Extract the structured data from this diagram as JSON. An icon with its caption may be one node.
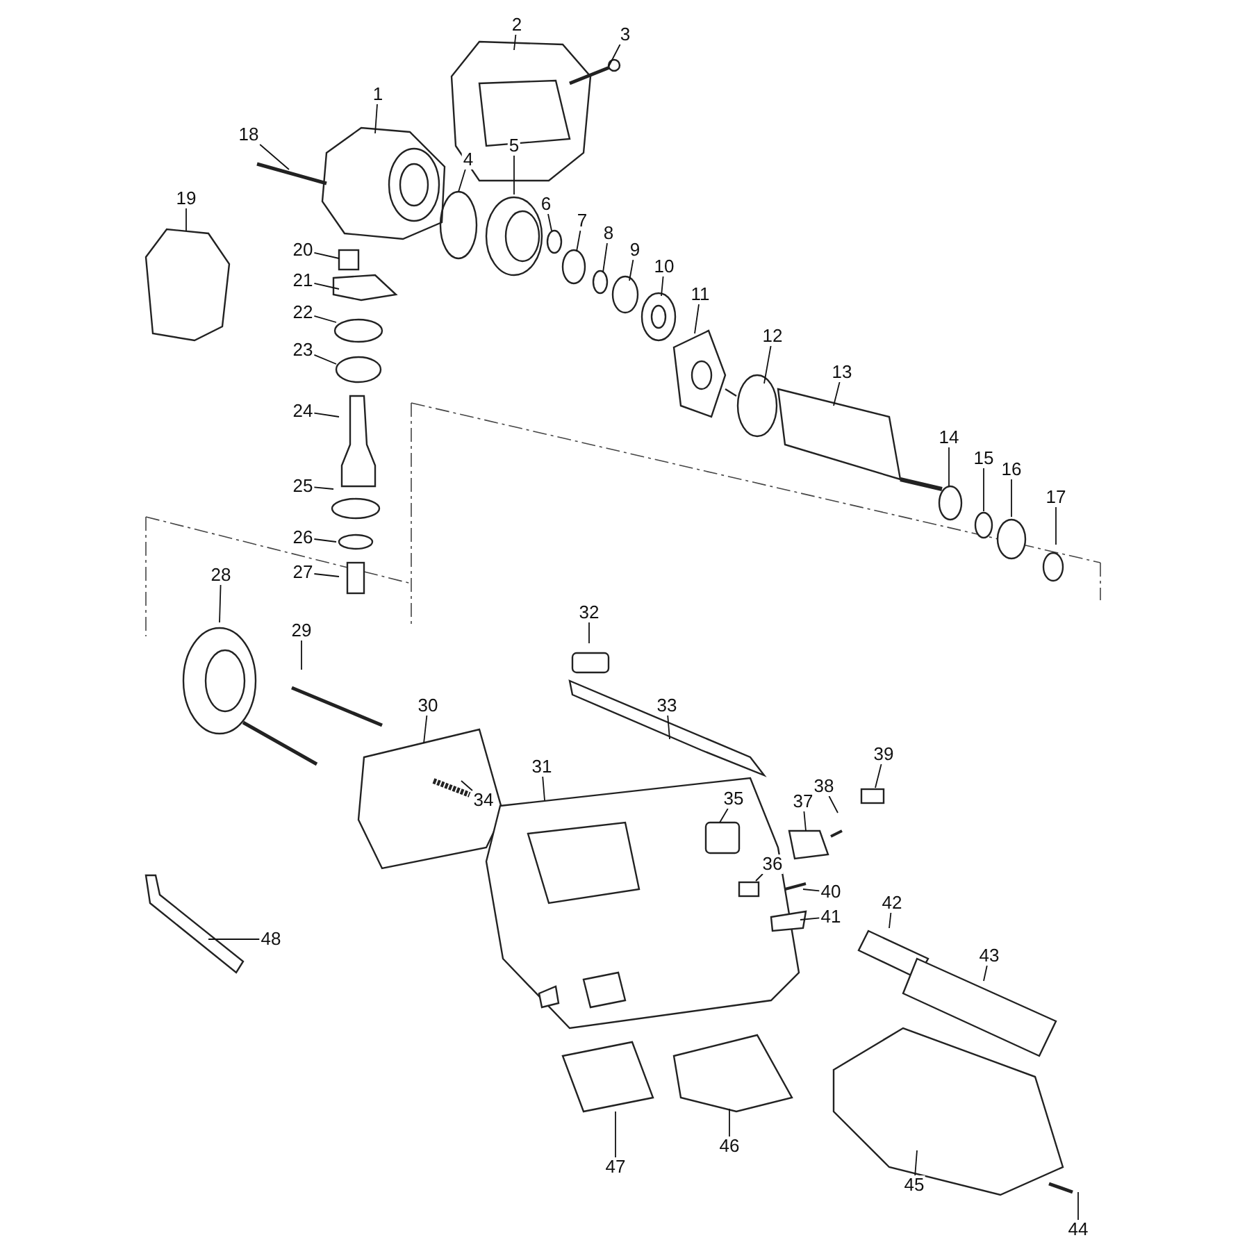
{
  "diagram": {
    "nodes": [
      {
        "text": [
          "1"
        ]
      },
      {
        "text": [
          "2"
        ]
      },
      {
        "text": [
          "3"
        ]
      },
      {
        "text": [
          "4"
        ]
      },
      {
        "text": [
          "5"
        ]
      },
      {
        "text": [
          "6"
        ]
      },
      {
        "text": [
          "7"
        ]
      },
      {
        "text": [
          "8"
        ]
      },
      {
        "text": [
          "9"
        ]
      },
      {
        "text": [
          "10"
        ]
      },
      {
        "text": [
          "11"
        ]
      },
      {
        "text": [
          "12"
        ]
      },
      {
        "text": [
          "13"
        ]
      },
      {
        "text": [
          "14"
        ]
      },
      {
        "text": [
          "15"
        ]
      },
      {
        "text": [
          "16"
        ]
      },
      {
        "text": [
          "17"
        ]
      },
      {
        "text": [
          "18"
        ]
      },
      {
        "text": [
          "19"
        ]
      },
      {
        "text": [
          "20"
        ]
      },
      {
        "text": [
          "21"
        ]
      },
      {
        "text": [
          "22"
        ]
      },
      {
        "text": [
          "23"
        ]
      },
      {
        "text": [
          "24"
        ]
      },
      {
        "text": [
          "25"
        ]
      },
      {
        "text": [
          "26"
        ]
      },
      {
        "text": [
          "27"
        ]
      },
      {
        "text": [
          "28"
        ]
      },
      {
        "text": [
          "29"
        ]
      },
      {
        "text": [
          "30"
        ]
      },
      {
        "text": [
          "31"
        ]
      },
      {
        "text": [
          "32"
        ]
      },
      {
        "text": [
          "33"
        ]
      },
      {
        "text": [
          "34"
        ]
      },
      {
        "text": [
          "35"
        ]
      },
      {
        "text": [
          "36"
        ]
      },
      {
        "text": [
          "37"
        ]
      },
      {
        "text": [
          "38"
        ]
      },
      {
        "text": [
          "39"
        ]
      },
      {
        "text": [
          "40"
        ]
      },
      {
        "text": [
          "41"
        ]
      },
      {
        "text": [
          "42"
        ]
      },
      {
        "text": [
          "43"
        ]
      },
      {
        "text": [
          "44"
        ]
      },
      {
        "text": [
          "45"
        ]
      },
      {
        "text": [
          "46"
        ]
      },
      {
        "text": [
          "47"
        ]
      },
      {
        "text": [
          "48"
        ]
      }
    ],
    "edges": [
      {
        "from": 0,
        "to": null,
        "arrow": "none"
      },
      {
        "from": 1,
        "to": null,
        "arrow": "none"
      },
      {
        "from": 2,
        "to": null,
        "arrow": "none"
      },
      {
        "from": 3,
        "to": null,
        "arrow": "none"
      },
      {
        "from": 4,
        "to": null,
        "arrow": "none"
      },
      {
        "from": 5,
        "to": null,
        "arrow": "none"
      },
      {
        "from": 6,
        "to": null,
        "arrow": "none"
      },
      {
        "from": 7,
        "to": null,
        "arrow": "none"
      },
      {
        "from": 8,
        "to": null,
        "arrow": "none"
      },
      {
        "from": 9,
        "to": null,
        "arrow": "none"
      },
      {
        "from": 10,
        "to": null,
        "arrow": "none"
      },
      {
        "from": 11,
        "to": null,
        "arrow": "none"
      },
      {
        "from": 12,
        "to": null,
        "arrow": "none"
      },
      {
        "from": 13,
        "to": null,
        "arrow": "none"
      },
      {
        "from": 14,
        "to": null,
        "arrow": "none"
      },
      {
        "from": 15,
        "to": null,
        "arrow": "none"
      },
      {
        "from": 16,
        "to": null,
        "arrow": "none"
      },
      {
        "from": 17,
        "to": null,
        "arrow": "none"
      },
      {
        "from": 18,
        "to": null,
        "arrow": "none"
      },
      {
        "from": 19,
        "to": null,
        "arrow": "none"
      },
      {
        "from": 20,
        "to": null,
        "arrow": "none"
      },
      {
        "from": 21,
        "to": null,
        "arrow": "none"
      },
      {
        "from": 22,
        "to": null,
        "arrow": "none"
      },
      {
        "from": 23,
        "to": null,
        "arrow": "none"
      },
      {
        "from": 24,
        "to": null,
        "arrow": "none"
      },
      {
        "from": 25,
        "to": null,
        "arrow": "none"
      },
      {
        "from": 26,
        "to": null,
        "arrow": "none"
      },
      {
        "from": 27,
        "to": null,
        "arrow": "none"
      },
      {
        "from": 28,
        "to": null,
        "arrow": "none"
      },
      {
        "from": 29,
        "to": null,
        "arrow": "none"
      },
      {
        "from": 30,
        "to": null,
        "arrow": "none"
      },
      {
        "from": 31,
        "to": null,
        "arrow": "none"
      },
      {
        "from": 32,
        "to": null,
        "arrow": "none"
      },
      {
        "from": 33,
        "to": null,
        "arrow": "none"
      },
      {
        "from": 34,
        "to": null,
        "arrow": "none"
      },
      {
        "from": 35,
        "to": null,
        "arrow": "none"
      },
      {
        "from": 36,
        "to": null,
        "arrow": "none"
      },
      {
        "from": 37,
        "to": null,
        "arrow": "none"
      },
      {
        "from": 38,
        "to": null,
        "arrow": "none"
      },
      {
        "from": 39,
        "to": null,
        "arrow": "none"
      },
      {
        "from": 40,
        "to": null,
        "arrow": "none"
      },
      {
        "from": 41,
        "to": null,
        "arrow": "none"
      },
      {
        "from": 42,
        "to": null,
        "arrow": "none"
      },
      {
        "from": 43,
        "to": null,
        "arrow": "none"
      },
      {
        "from": 44,
        "to": null,
        "arrow": "none"
      },
      {
        "from": 45,
        "to": null,
        "arrow": "none"
      },
      {
        "from": 46,
        "to": null,
        "arrow": "none"
      },
      {
        "from": 47,
        "to": null,
        "arrow": "none"
      }
    ]
  }
}
